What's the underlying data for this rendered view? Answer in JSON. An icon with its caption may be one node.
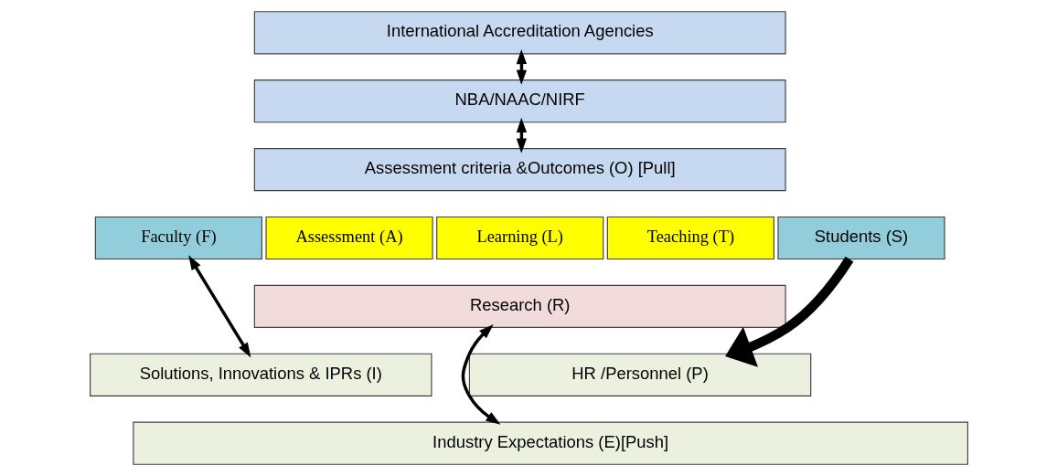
{
  "diagram": {
    "nodes": [
      {
        "text": [
          "International Accreditation Agencies"
        ]
      },
      {
        "text": [
          "NBA/NAAC/NIRF"
        ]
      },
      {
        "text": [
          "Assessment criteria &Outcomes (O) [Pull]"
        ]
      },
      {
        "text": [
          "Faculty (F)"
        ]
      },
      {
        "text": [
          "Assessment (A)"
        ]
      },
      {
        "text": [
          "Learning (L)"
        ]
      },
      {
        "text": [
          "Teaching (T)"
        ]
      },
      {
        "text": [
          "Students (S)"
        ]
      },
      {
        "text": [
          "Research (R)"
        ]
      },
      {
        "text": [
          "Solutions, Innovations & IPRs (I)"
        ]
      },
      {
        "text": [
          "HR /Personnel (P)"
        ]
      },
      {
        "text": [
          "Industry Expectations (E)[Push]"
        ]
      }
    ],
    "edges": [
      {
        "from": 0,
        "to": 1,
        "arrow": "both"
      },
      {
        "from": 1,
        "to": 2,
        "arrow": "both"
      },
      {
        "from": 3,
        "to": 9,
        "arrow": "both"
      },
      {
        "from": 7,
        "to": 10,
        "arrow": "to",
        "style": "thick"
      },
      {
        "from": 8,
        "to": 11,
        "arrow": "both"
      }
    ]
  }
}
